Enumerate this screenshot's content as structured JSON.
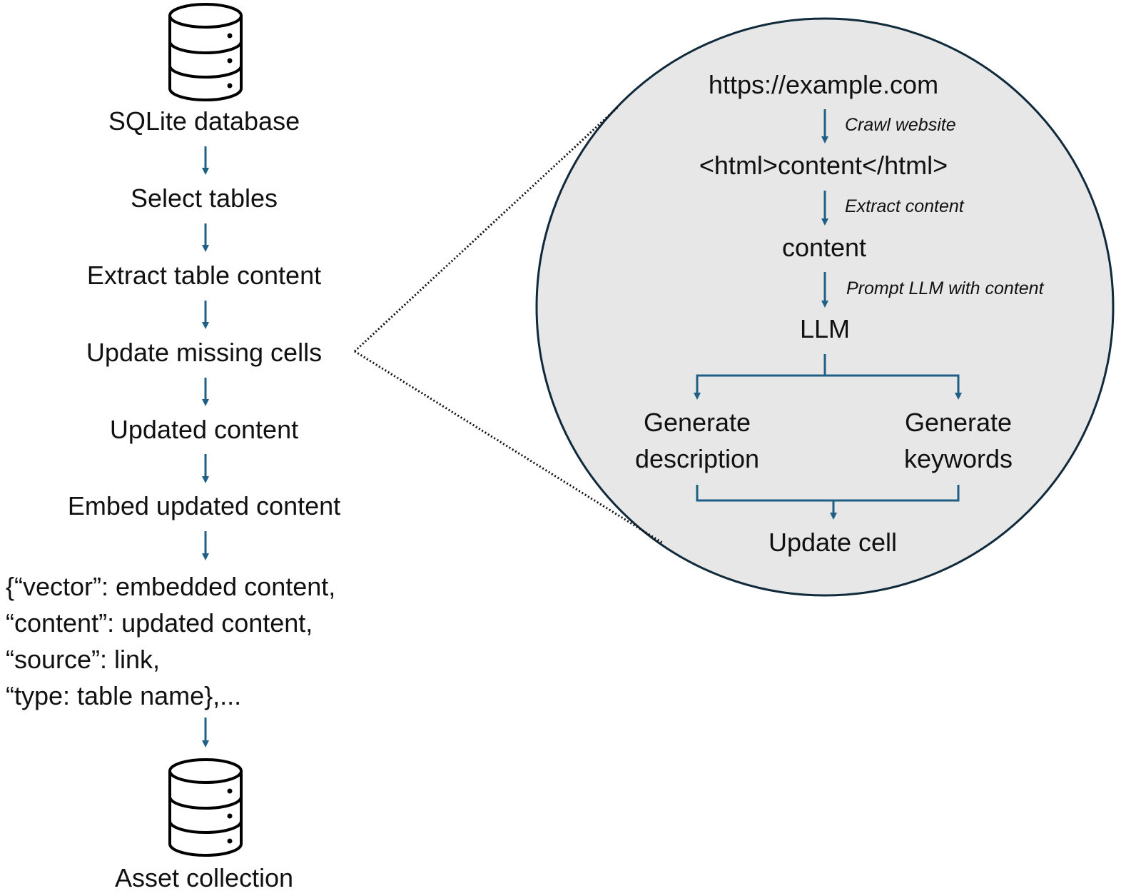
{
  "colors": {
    "arrow": "#1f5f86",
    "circle_fill": "#e7e7e7",
    "circle_stroke": "#102a3c",
    "text": "#111111"
  },
  "left_flow": {
    "top_db_label": "SQLite database",
    "steps": [
      "Select tables",
      "Extract table content",
      "Update missing cells",
      "Updated content",
      "Embed updated content"
    ],
    "record_lines": [
      "{“vector”: embedded content,",
      "“content”: updated content,",
      "“source”: link,",
      "“type: table name},..."
    ],
    "bottom_db_label": "Asset collection",
    "icons": [
      "database-icon",
      "database-icon"
    ]
  },
  "zoom_panel": {
    "url": "https://example.com",
    "crawl_note": "Crawl website",
    "html": "<html>content</html>",
    "extract_note": "Extract content",
    "content": "content",
    "prompt_note": "Prompt LLM with content",
    "llm": "LLM",
    "left_branch": [
      "Generate",
      "description"
    ],
    "right_branch": [
      "Generate",
      "keywords"
    ],
    "result": "Update cell"
  }
}
